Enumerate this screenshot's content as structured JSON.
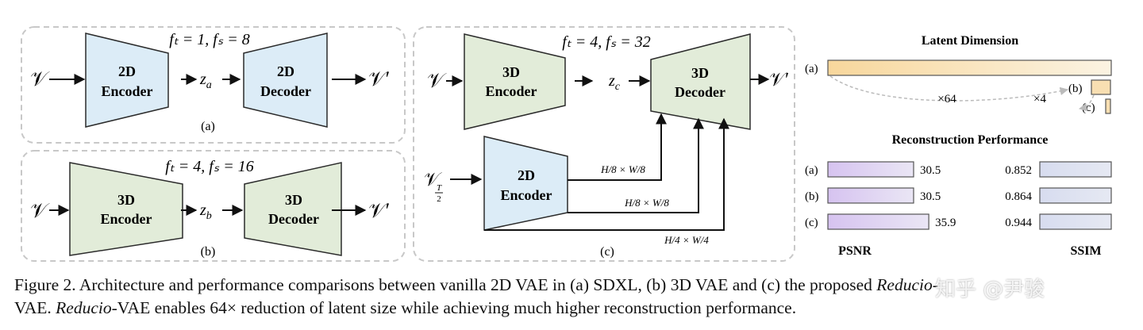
{
  "panel_a": {
    "params": "fₜ = 1, fₛ = 8",
    "input": "𝒱",
    "encoder": [
      "2D",
      "Encoder"
    ],
    "latent": "z",
    "latent_sub": "a",
    "decoder": [
      "2D",
      "Decoder"
    ],
    "output": "𝒱′",
    "label": "(a)"
  },
  "panel_b": {
    "params": "fₜ = 4, fₛ = 16",
    "input": "𝒱",
    "encoder": [
      "3D",
      "Encoder"
    ],
    "latent": "z",
    "latent_sub": "b",
    "decoder": [
      "3D",
      "Decoder"
    ],
    "output": "𝒱′",
    "label": "(b)"
  },
  "panel_c": {
    "params": "fₜ = 4, fₛ = 32",
    "input": "𝒱",
    "encoder": [
      "3D",
      "Encoder"
    ],
    "latent": "z",
    "latent_sub": "c",
    "decoder": [
      "3D",
      "Decoder"
    ],
    "output": "𝒱′",
    "frame_input": "𝒱",
    "frame_sub_num": "T",
    "frame_sub_den": "2",
    "encoder2d": [
      "2D",
      "Encoder"
    ],
    "skip1": "H/8 × W/8",
    "skip2": "H/8 × W/8",
    "skip3": "H/4 × W/4",
    "label": "(c)"
  },
  "latent_dimension": {
    "title": "Latent Dimension",
    "labels": [
      "(a)",
      "(b)",
      "(c)"
    ],
    "ratio_ab": "×64",
    "ratio_bc": "×4"
  },
  "reconstruction": {
    "title": "Reconstruction Performance",
    "rows": [
      {
        "label": "(a)",
        "psnr": 30.5,
        "psnr_text": "30.5",
        "ssim": 0.852,
        "ssim_text": "0.852"
      },
      {
        "label": "(b)",
        "psnr": 30.5,
        "psnr_text": "30.5",
        "ssim": 0.864,
        "ssim_text": "0.864"
      },
      {
        "label": "(c)",
        "psnr": 35.9,
        "psnr_text": "35.9",
        "ssim": 0.944,
        "ssim_text": "0.944"
      }
    ],
    "psnr_label": "PSNR",
    "ssim_label": "SSIM"
  },
  "caption": {
    "line1_a": "Figure 2.  Architecture and performance comparisons between vanilla 2D VAE in (a) SDXL, (b) 3D VAE and (c) the proposed ",
    "line1_b": "Reducio",
    "line1_c": "-",
    "line2_a": "VAE. ",
    "line2_b": "Reducio",
    "line2_c": "-VAE enables 64× reduction of latent size while achieving much higher reconstruction performance."
  },
  "watermark": "知乎 @尹骏",
  "colors": {
    "blue_fill": "#dcecf7",
    "green_fill": "#e2ecd9",
    "box_stroke": "#2b2b2b",
    "dashed": "#c8c8c8",
    "latent_bar": "#f6ddb0",
    "psnr_bar": "#ddd0f0",
    "ssim_bar": "#dde2ef"
  }
}
